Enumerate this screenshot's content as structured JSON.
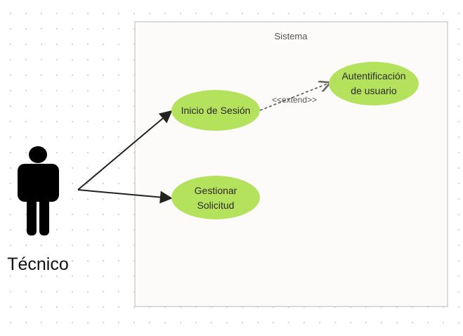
{
  "diagram": {
    "type": "use-case",
    "system": {
      "label": "Sistema",
      "fill": "#fcfbf9",
      "stroke": "#cfcfcf"
    },
    "actor": {
      "name": "Técnico",
      "color": "#000000"
    },
    "use_cases": [
      {
        "id": "inicio",
        "lines": [
          "Inicio de Sesión"
        ],
        "fill": "#b5e25c"
      },
      {
        "id": "autentificacion",
        "lines": [
          "Autentificación",
          "de usuario"
        ],
        "fill": "#b5e25c"
      },
      {
        "id": "gestionar",
        "lines": [
          "Gestionar",
          "Solicitud"
        ],
        "fill": "#b5e25c"
      }
    ],
    "relations": [
      {
        "from": "actor",
        "to": "inicio",
        "kind": "association"
      },
      {
        "from": "actor",
        "to": "gestionar",
        "kind": "association"
      },
      {
        "from": "inicio",
        "to": "autentificacion",
        "kind": "extend",
        "label": "<<extend>>"
      }
    ]
  }
}
